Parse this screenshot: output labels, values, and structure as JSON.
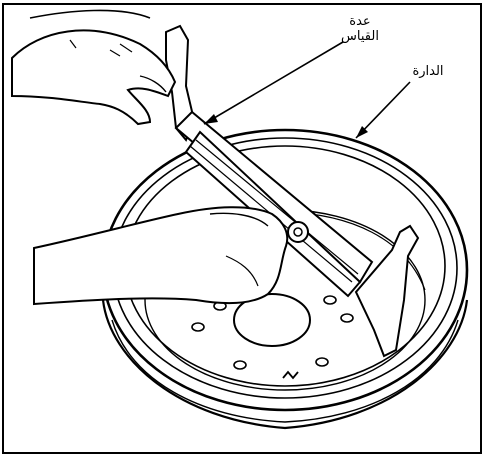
{
  "figure": {
    "labels": {
      "gauge_tool_line1": "عدة",
      "gauge_tool_line2": "القياس",
      "rim": "الدارة"
    },
    "colors": {
      "ink": "#000000",
      "paper": "#ffffff"
    }
  }
}
